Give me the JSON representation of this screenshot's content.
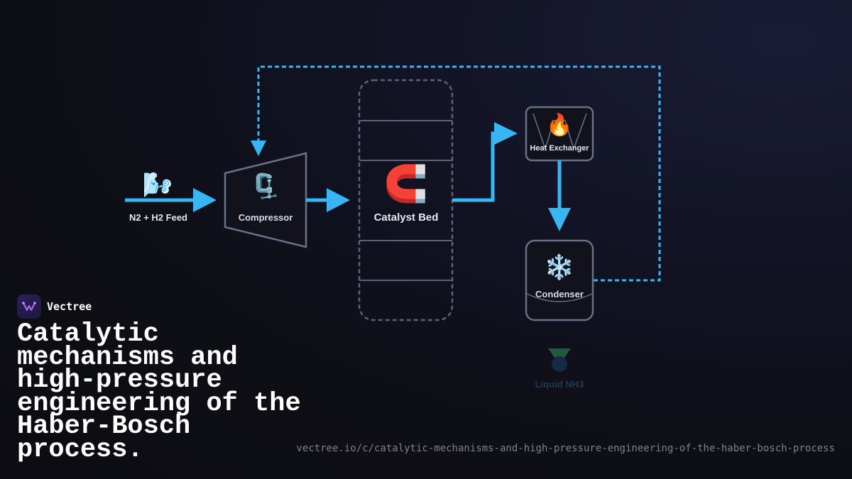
{
  "diagram": {
    "nodes": {
      "feed": {
        "label": "N2 + H2 Feed",
        "icon": "wind-face-icon",
        "glyph": "🌬️"
      },
      "compressor": {
        "label": "Compressor",
        "icon": "clamp-icon",
        "glyph": "🗜️"
      },
      "catalyst": {
        "label": "Catalyst Bed",
        "icon": "magnet-icon",
        "glyph": "🧲"
      },
      "heat_exchanger": {
        "label": "Heat Exchanger",
        "icon": "fire-icon",
        "glyph": "🔥"
      },
      "condenser": {
        "label": "Condenser",
        "icon": "snowflake-icon",
        "glyph": "❄️"
      },
      "product": {
        "label": "Liquid NH3",
        "icon": "droplet-icon"
      }
    },
    "colors": {
      "flow": "#38b6f4",
      "recycle": "#38b6f4",
      "product_flow": "#2f9e5a",
      "outline": "#5f6b80"
    }
  },
  "brand": {
    "name": "Vectree",
    "icon": "vectree-logo-icon"
  },
  "headline": "Catalytic mechanisms and high-pressure engineering of the Haber-Bosch process.",
  "url": "vectree.io/c/catalytic-mechanisms-and-high-pressure-engineering-of-the-haber-bosch-process"
}
